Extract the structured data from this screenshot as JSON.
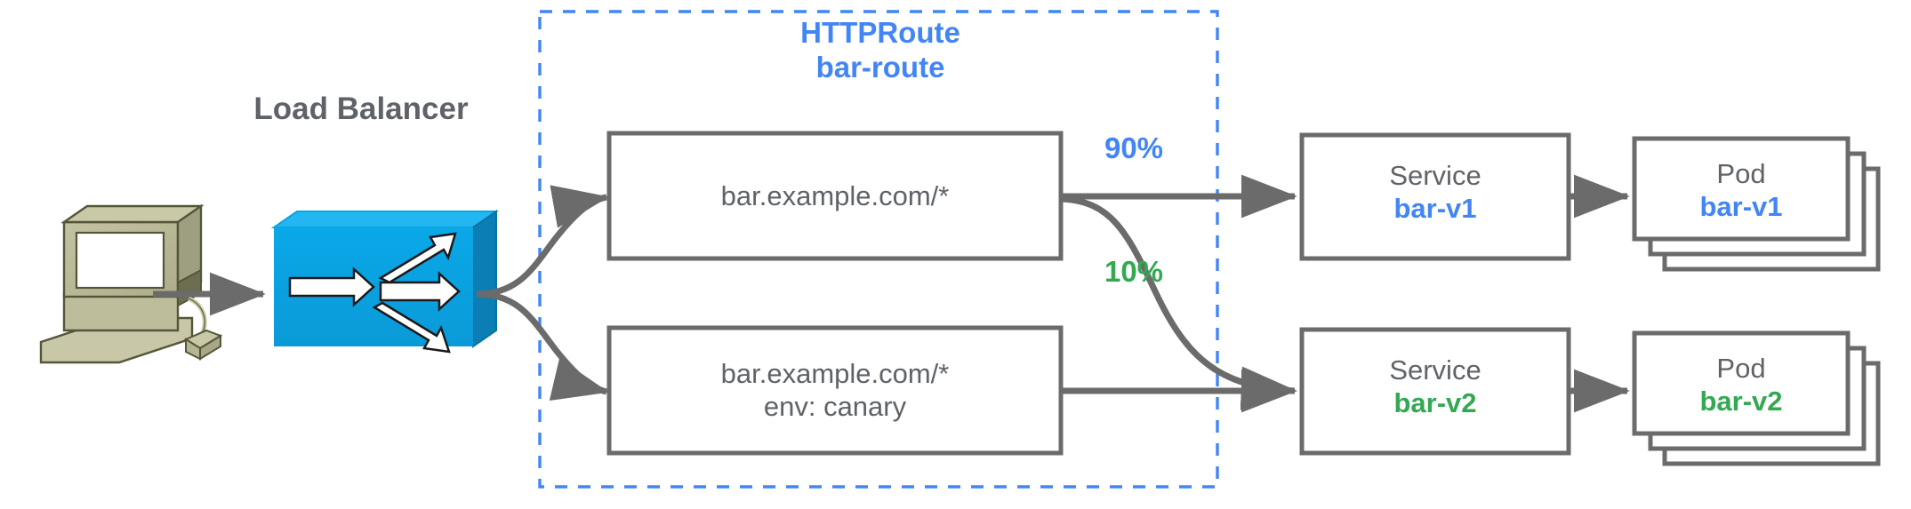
{
  "diagram": {
    "title_client": "Load Balancer",
    "boundary": {
      "kind": "HTTPRoute",
      "name": "bar-route",
      "style": "dashed",
      "color": "#4285f4"
    },
    "colors": {
      "blue": "#4285f4",
      "green": "#34a853",
      "gray": "#5f6368",
      "stroke": "#6b6b6b",
      "lb_blue": "#00a0e0",
      "lb_blue_dark": "#0077a8",
      "lb_blue_top": "#00b5f0",
      "computer_beige": "#b5b591",
      "white": "#ffffff"
    },
    "icons": {
      "client": "desktop-computer-icon",
      "load_balancer": "load-balancer-switch-icon"
    },
    "match_rules": [
      {
        "id": "rule-primary",
        "lines": [
          "bar.example.com/*"
        ]
      },
      {
        "id": "rule-canary",
        "lines": [
          "bar.example.com/*",
          "env: canary"
        ]
      }
    ],
    "weights": [
      {
        "label": "90%",
        "color": "#4285f4",
        "target": "bar-v1"
      },
      {
        "label": "10%",
        "color": "#34a853",
        "target": "bar-v2"
      }
    ],
    "services": [
      {
        "kind": "Service",
        "name": "bar-v1",
        "color": "#4285f4"
      },
      {
        "kind": "Service",
        "name": "bar-v2",
        "color": "#34a853"
      }
    ],
    "pods": [
      {
        "kind": "Pod",
        "name": "bar-v1",
        "color": "#4285f4",
        "replicas": 3
      },
      {
        "kind": "Pod",
        "name": "bar-v2",
        "color": "#34a853",
        "replicas": 3
      }
    ]
  }
}
